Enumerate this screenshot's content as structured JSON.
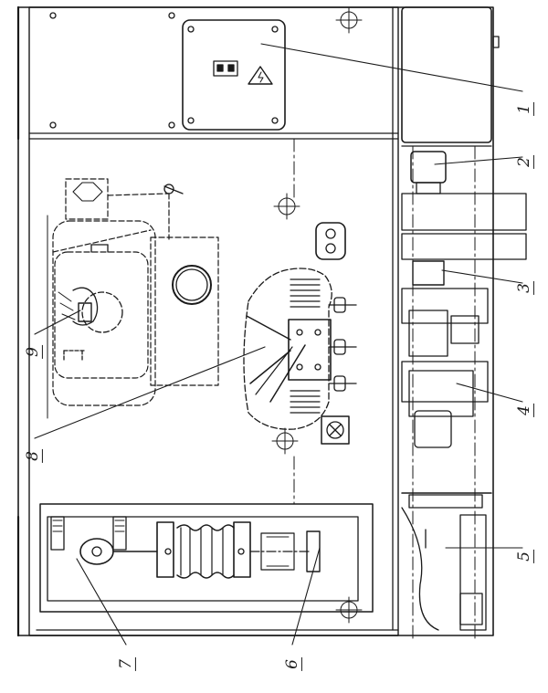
{
  "drawing": {
    "ink_color": "#1a1a1a",
    "paper_color": "#ffffff"
  },
  "callouts": {
    "c1": "1",
    "c2": "2",
    "c3": "3",
    "c4": "4",
    "c5": "5",
    "c6": "6",
    "c7": "7",
    "c8": "8",
    "c9": "9"
  }
}
